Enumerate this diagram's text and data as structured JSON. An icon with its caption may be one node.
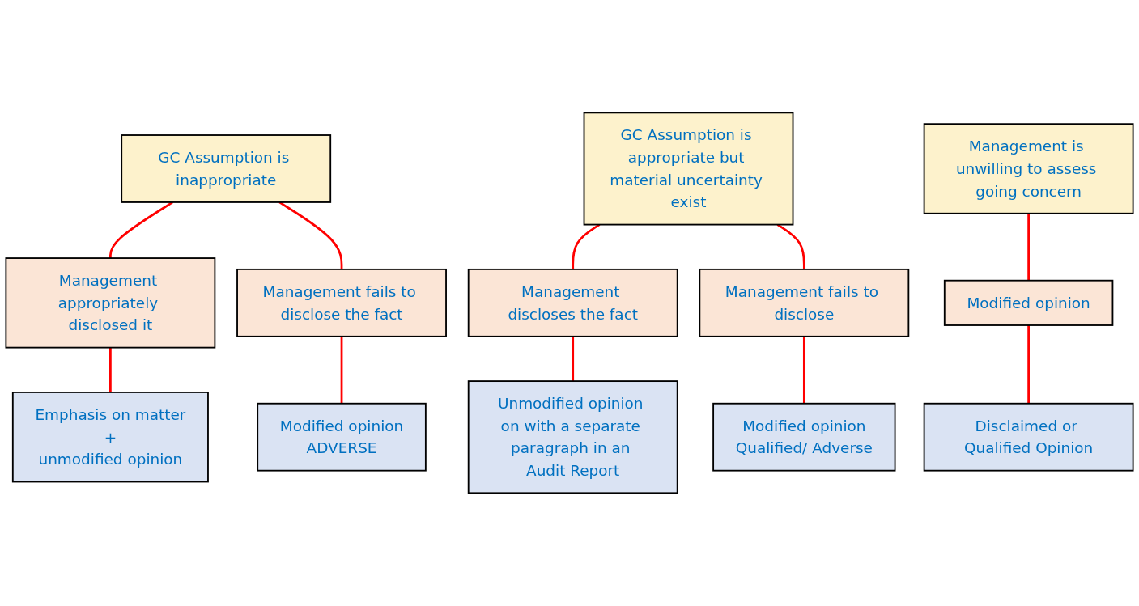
{
  "diagram": {
    "nodes": [
      {
        "text": [
          "GC Assumption is inappropriate"
        ]
      },
      {
        "text": [
          "GC Assumption is appropriate but material uncertainty exist"
        ]
      },
      {
        "text": [
          "Management is unwilling to assess going concern"
        ]
      },
      {
        "text": [
          "Management appropriately disclosed it"
        ]
      },
      {
        "text": [
          "Management fails to disclose the fact"
        ]
      },
      {
        "text": [
          "Management discloses the fact"
        ]
      },
      {
        "text": [
          "Management fails to disclose"
        ]
      },
      {
        "text": [
          "Modified opinion"
        ]
      },
      {
        "text": [
          "Emphasis on matter",
          "+",
          "unmodified opinion"
        ]
      },
      {
        "text": [
          "Modified opinion",
          "ADVERSE"
        ]
      },
      {
        "text": [
          "Unmodified opinion on with a separate paragraph in an Audit Report"
        ]
      },
      {
        "text": [
          "Modified opinion",
          "Qualified/ Adverse"
        ]
      },
      {
        "text": [
          "Disclaimed or Qualified Opinion"
        ]
      }
    ],
    "edges": [
      {
        "from": 0,
        "to": 3,
        "arrow": "none"
      },
      {
        "from": 0,
        "to": 4,
        "arrow": "none"
      },
      {
        "from": 1,
        "to": 5,
        "arrow": "none"
      },
      {
        "from": 1,
        "to": 6,
        "arrow": "none"
      },
      {
        "from": 2,
        "to": 7,
        "arrow": "none"
      },
      {
        "from": 3,
        "to": 8,
        "arrow": "none"
      },
      {
        "from": 4,
        "to": 9,
        "arrow": "none"
      },
      {
        "from": 5,
        "to": 10,
        "arrow": "none"
      },
      {
        "from": 6,
        "to": 11,
        "arrow": "none"
      },
      {
        "from": 7,
        "to": 12,
        "arrow": "none"
      }
    ]
  }
}
